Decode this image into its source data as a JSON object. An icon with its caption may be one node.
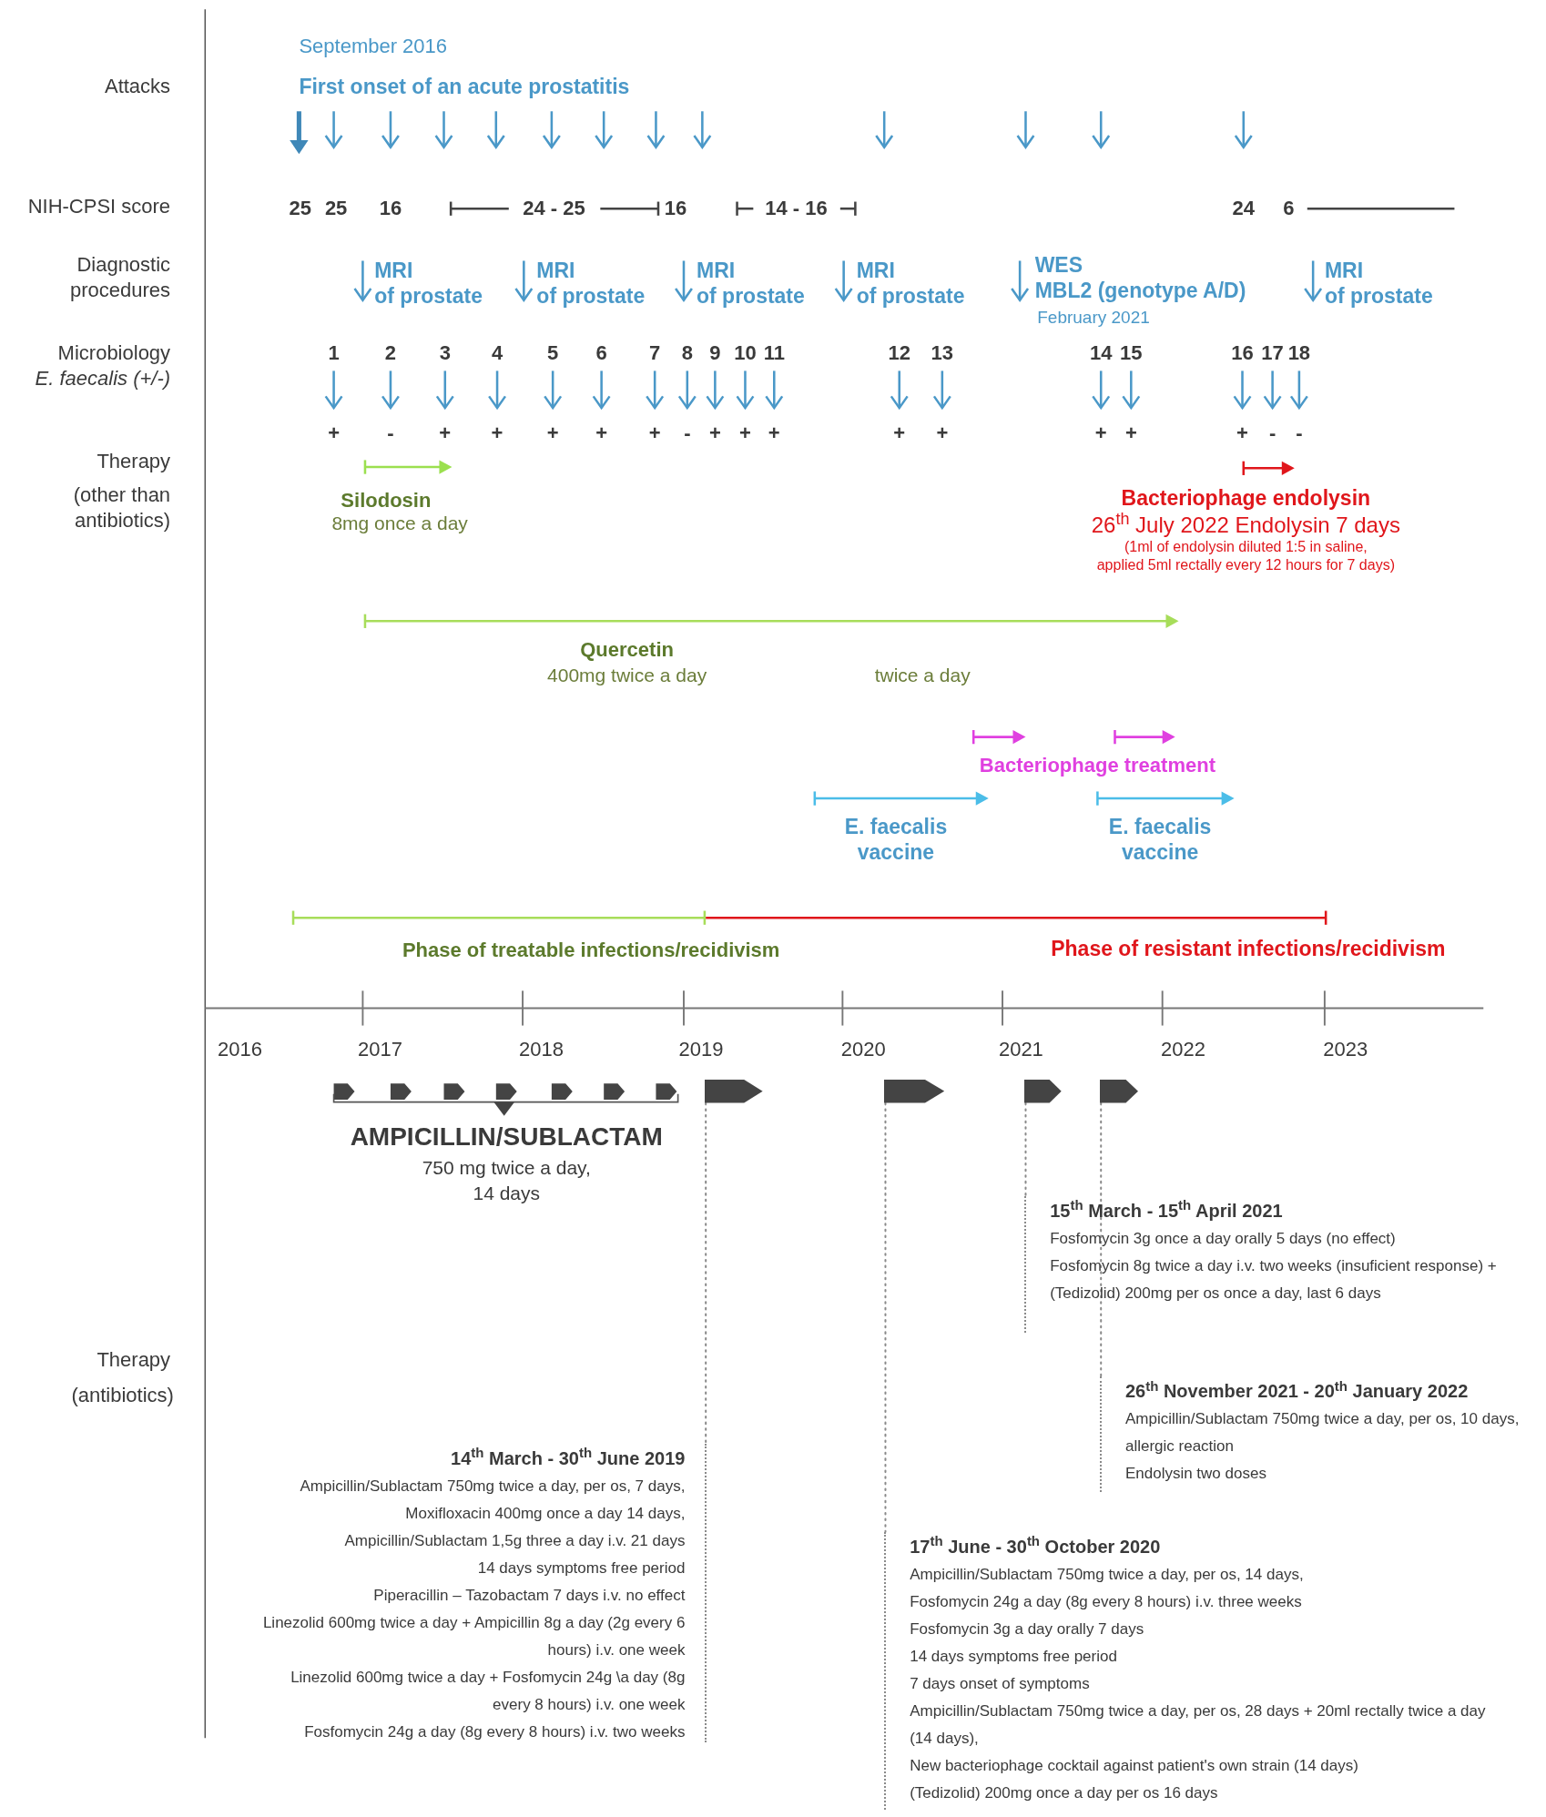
{
  "diagram": {
    "nodes": [
      {
        "text": [],
        "shape": "pentagon"
      },
      {
        "text": [],
        "shape": "pentagon"
      },
      {
        "text": [],
        "shape": "pentagon"
      },
      {
        "text": [],
        "shape": "pentagon"
      },
      {
        "text": [
          "14$^{th}$ March  -  30$^{th}$ June 2019",
          "Ampicillin/Sublactam 750mg twice a day, per os, 7 days,",
          "Moxifloxacin 400mg once a day 14 days,",
          "Ampicillin/Sublactam 1,5g three a day i.v. 21 days",
          "14 days symptoms free period",
          "Piperacillin – Tazobactam 7 days i.v. no effect",
          "Linezolid 600mg twice a day + Ampicillin 8g a day (2g every 6 hours) i.v. one week",
          "Linezolid 600mg twice a day + Fosfomycin 24g \\a day (8g every 8 hours) i.v. one week",
          "Fosfomycin 24g a day (8g every 8 hours) i.v. two weeks"
        ]
      },
      {
        "text": [
          "17$^{th}$ June - 30$^{th}$ October 2020",
          "Ampicillin/Sublactam 750mg twice a day, per os, 14 days,",
          "Fosfomycin 24g a day (8g every 8 hours) i.v. three weeks",
          "Fosfomycin 3g a day orally 7 days",
          "14 days symptoms free period",
          "7 days onset of symptoms",
          "Ampicillin/Sublactam 750mg twice a day, per os, 28 days + 20ml rectally twice a day (14 days),",
          "New bacteriophage cocktail against patient's own strain (14 days)",
          "(Tedizolid) 200mg once a day per os 16 days"
        ]
      },
      {
        "text": [
          "15$^{th}$ March - 15$^{th}$ April 2021",
          "Fosfomycin 3g once a day orally 5 days (no effect)",
          "Fosfomycin 8g twice a day i.v. two weeks (insuficient response) + (Tedizolid) 200mg per os once a day, last 6 days"
        ]
      },
      {
        "text": [
          "26$^{th}$ November 2021 - 20$^{th}$ January 2022",
          "Ampicillin/Sublactam 750mg twice a day, per os, 10 days, allergic reaction",
          "Endolysin two doses"
        ]
      }
    ],
    "edges": [
      {
        "from": 0,
        "to": 4,
        "arrow": "none",
        "style": "dashed"
      },
      {
        "from": 1,
        "to": 5,
        "arrow": "none",
        "style": "dashed"
      },
      {
        "from": 2,
        "to": 6,
        "arrow": "none",
        "style": "dashed"
      },
      {
        "from": 3,
        "to": 7,
        "arrow": "none",
        "style": "dashed"
      }
    ],
    "labels": [
      "September 2016",
      "Attacks",
      "First onset of an acute prostatitis",
      "NIH-CPSI score",
      "25",
      "25",
      "16",
      "24 - 25",
      "16",
      "14 - 16",
      "24",
      "6",
      "Diagnostic procedures",
      "MRI of prostate",
      "MRI of prostate",
      "MRI of prostate",
      "MRI of prostate",
      "WES MBL2 (genotype A/D)",
      "MRI of prostate",
      "February 2021",
      "Microbiology",
      "E. faecalis (+/-)",
      "1",
      "2",
      "3",
      "4",
      "5",
      "6",
      "7",
      "8",
      "9",
      "10",
      "11",
      "12",
      "13",
      "14",
      "15",
      "16",
      "17",
      "18",
      "+",
      "-",
      "+",
      "+",
      "+",
      "+",
      "+",
      "-",
      "+",
      "+",
      "+",
      "+",
      "+",
      "+",
      "+",
      "+",
      "-",
      "-",
      "Therapy",
      "(other than antibiotics)",
      "Silodosin",
      "8mg once a day",
      "Bacteriophage endolysin",
      "26$^{th}$ July 2022 Endolysin 7 days",
      "(1ml of endolysin diluted 1:5 in saline, applied 5ml rectally every 12 hours for 7 days)",
      "Quercetin",
      "400mg twice a day",
      "twice a day",
      "Bacteriophage treatment",
      "E. faecalis vaccine",
      "E. faecalis vaccine",
      "Phase of treatable infections/recidivism",
      "Phase of resistant infections/recidivism",
      "2016",
      "2017",
      "2018",
      "2019",
      "2020",
      "2021",
      "2022",
      "2023",
      "AMPICILLIN/SUBLACTAM",
      "750 mg twice a day, 14 days",
      "Therapy",
      "(antibiotics)"
    ]
  }
}
